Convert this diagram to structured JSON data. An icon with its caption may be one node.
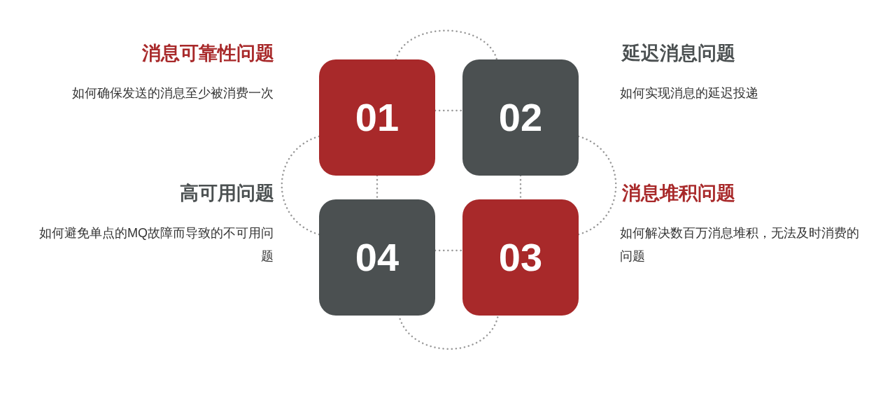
{
  "diagram": {
    "nodes": [
      {
        "text": [
          "01"
        ],
        "beside": [
          "消息可靠性问题",
          "如何确保发送的消息至少被消费一次"
        ]
      },
      {
        "text": [
          "02"
        ],
        "beside": [
          "延迟消息问题",
          "如何实现消息的延迟投递"
        ]
      },
      {
        "text": [
          "04"
        ],
        "beside": [
          "高可用问题",
          "如何避免单点的MQ故障而导致的不可用问题"
        ]
      },
      {
        "text": [
          "03"
        ],
        "beside": [
          "消息堆积问题",
          "如何解决数百万消息堆积，无法及时消费的问题"
        ]
      }
    ],
    "edges": [
      {
        "from": 0,
        "to": 1,
        "arrow": "none",
        "style": "dashed"
      },
      {
        "from": 1,
        "to": 3,
        "arrow": "none",
        "style": "dashed"
      },
      {
        "from": 3,
        "to": 2,
        "arrow": "none",
        "style": "dashed"
      },
      {
        "from": 2,
        "to": 0,
        "arrow": "none",
        "style": "dashed"
      }
    ]
  }
}
